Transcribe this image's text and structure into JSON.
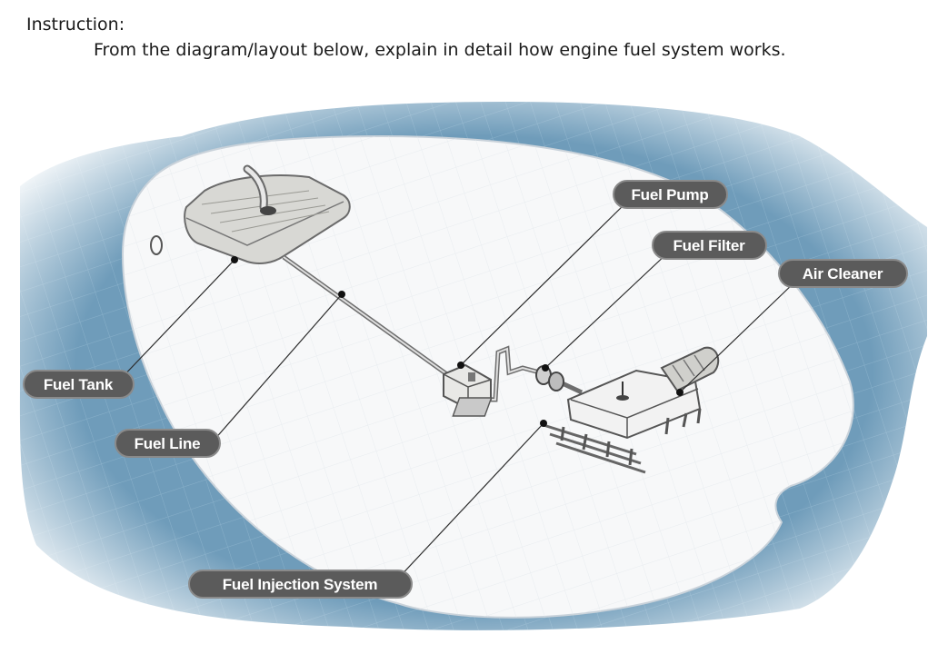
{
  "instruction": {
    "heading": "Instruction:",
    "text": "From the diagram/layout below, explain in detail how engine fuel system works."
  },
  "diagram": {
    "labels": {
      "fuel_pump": "Fuel Pump",
      "fuel_filter": "Fuel Filter",
      "air_cleaner": "Air Cleaner",
      "fuel_tank": "Fuel Tank",
      "fuel_line": "Fuel Line",
      "fuel_injection_system": "Fuel Injection System"
    },
    "colors": {
      "background_water": "#6f9cba",
      "car_body": "#f7f8f9",
      "label_pill": "#5b5b5b",
      "leader_line": "#2d2d2d"
    }
  }
}
